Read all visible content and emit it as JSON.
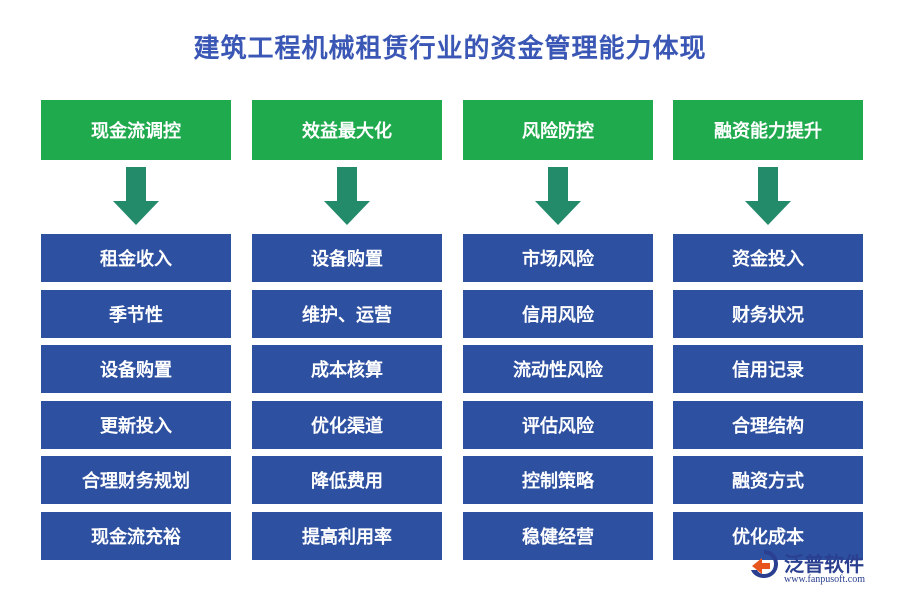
{
  "title": "建筑工程机械租赁行业的资金管理能力体现",
  "columns": [
    {
      "header": "现金流调控",
      "items": [
        "租金收入",
        "季节性",
        "设备购置",
        "更新投入",
        "合理财务规划",
        "现金流充裕"
      ]
    },
    {
      "header": "效益最大化",
      "items": [
        "设备购置",
        "维护、运营",
        "成本核算",
        "优化渠道",
        "降低费用",
        "提高利用率"
      ]
    },
    {
      "header": "风险防控",
      "items": [
        "市场风险",
        "信用风险",
        "流动性风险",
        "评估风险",
        "控制策略",
        "稳健经营"
      ]
    },
    {
      "header": "融资能力提升",
      "items": [
        "资金投入",
        "财务状况",
        "信用记录",
        "合理结构",
        "融资方式",
        "优化成本"
      ]
    }
  ],
  "logo": {
    "name": "泛普软件",
    "url": "www.fanpusoft.com"
  },
  "colors": {
    "title": "#3b57b5",
    "header": "#1faa4d",
    "arrow": "#238a6a",
    "item": "#2e50a1"
  }
}
